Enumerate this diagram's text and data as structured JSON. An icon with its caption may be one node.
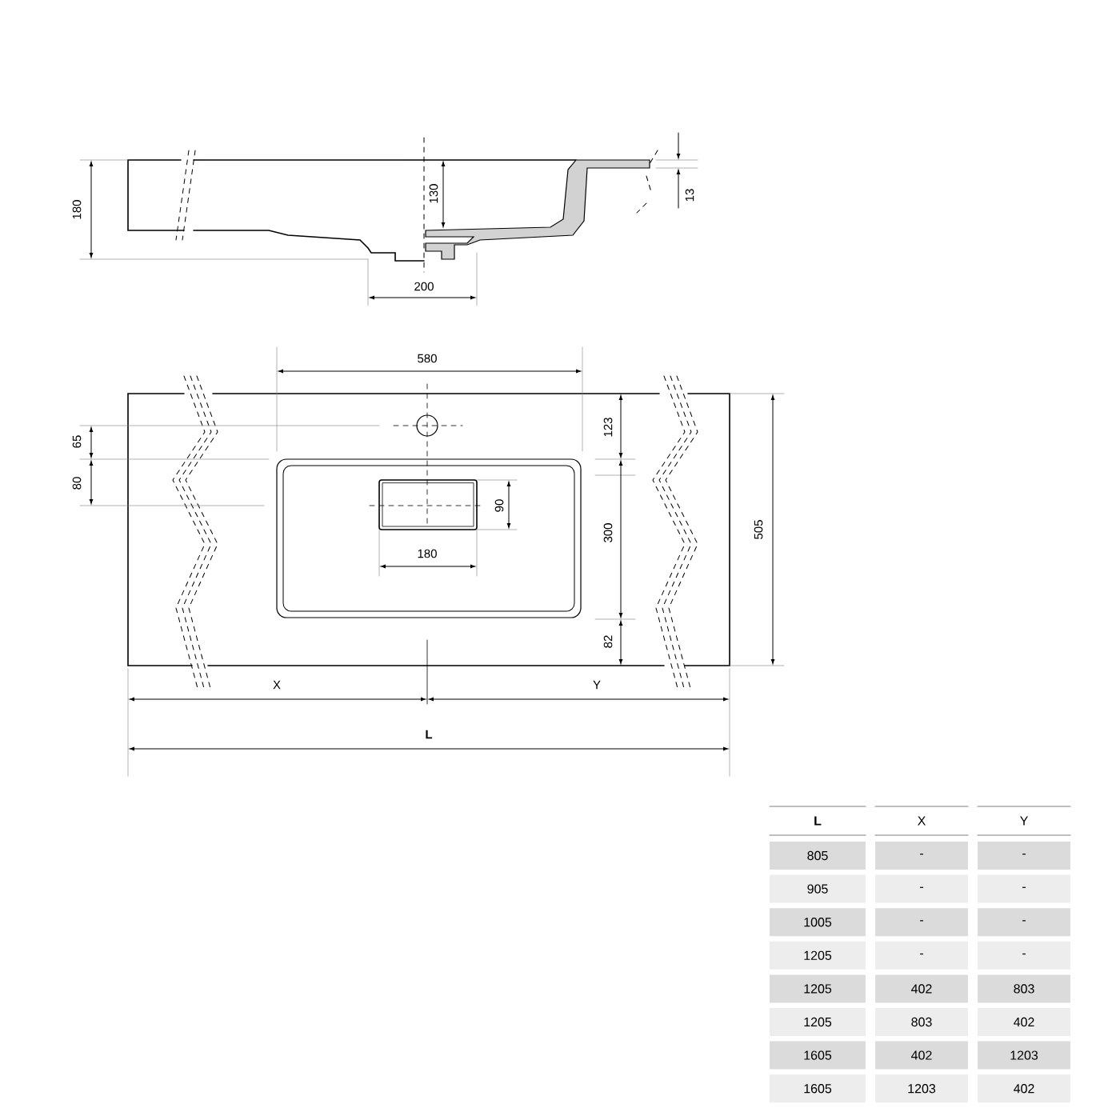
{
  "diagram": {
    "labels": [
      "180",
      "130",
      "13",
      "200",
      "580",
      "65",
      "80",
      "123",
      "90",
      "180",
      "300",
      "505",
      "82",
      "X",
      "Y",
      "L",
      "L",
      "X",
      "Y",
      "805",
      "-",
      "-",
      "905",
      "-",
      "-",
      "1005",
      "-",
      "-",
      "1205",
      "-",
      "-",
      "1205",
      "402",
      "803",
      "1205",
      "803",
      "402",
      "1605",
      "402",
      "1203",
      "1605",
      "1203",
      "402"
    ]
  }
}
